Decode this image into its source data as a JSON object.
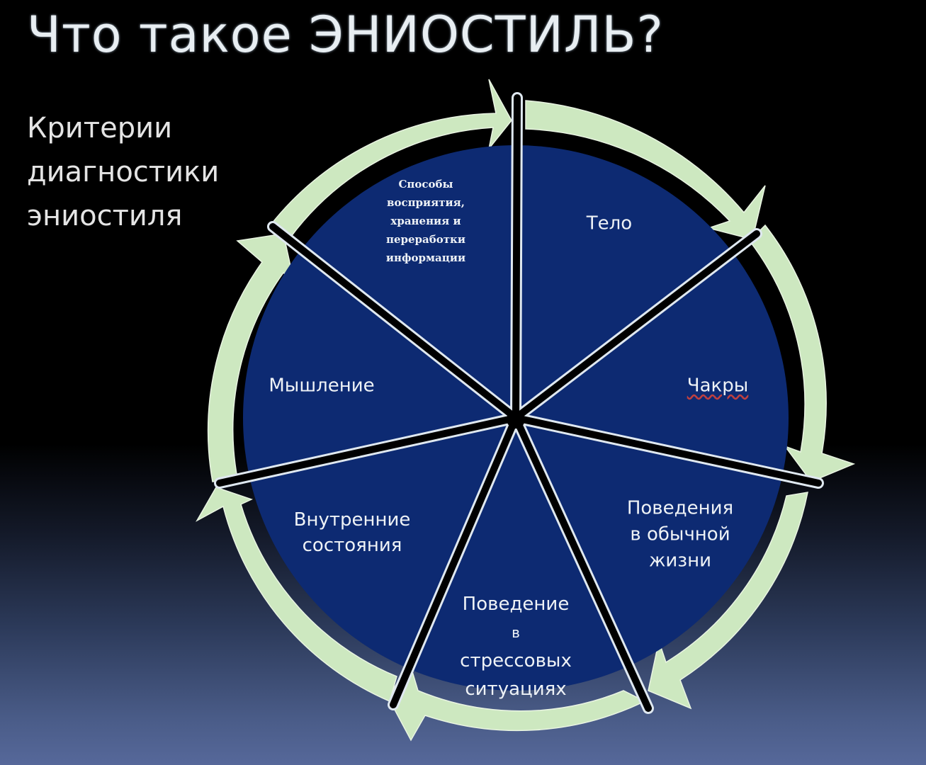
{
  "title": "Что такое ЭНИОСТИЛЬ?",
  "subtitle": {
    "lines": [
      "Критерии",
      "диагностики",
      "эниостиля"
    ]
  },
  "colors": {
    "segment_fill": "#0d2a72",
    "arrow_ring": "#cde8c0",
    "spoke": "#000000",
    "spoke_outline": "#dfe8f0",
    "text": "#eef2f6"
  },
  "diagram": {
    "type": "cycle",
    "center_icon": "hub-point",
    "segments": [
      {
        "id": "sposoby",
        "lines": [
          "Способы",
          "восприятия,",
          "хранения и",
          "переработки",
          "информации"
        ]
      },
      {
        "id": "telo",
        "lines": [
          "Тело"
        ]
      },
      {
        "id": "chakry",
        "lines": [
          "Чакры"
        ]
      },
      {
        "id": "povedenia-obychnoy",
        "lines": [
          "Поведения",
          "в обычной",
          "жизни"
        ]
      },
      {
        "id": "povedenie-stress",
        "lines": [
          "Поведение",
          "в",
          "стрессовых",
          "ситуациях"
        ]
      },
      {
        "id": "vnutrennie",
        "lines": [
          "Внутренние",
          "состояния"
        ]
      },
      {
        "id": "myshlenie",
        "lines": [
          "Мышление"
        ]
      }
    ],
    "direction": "clockwise"
  }
}
